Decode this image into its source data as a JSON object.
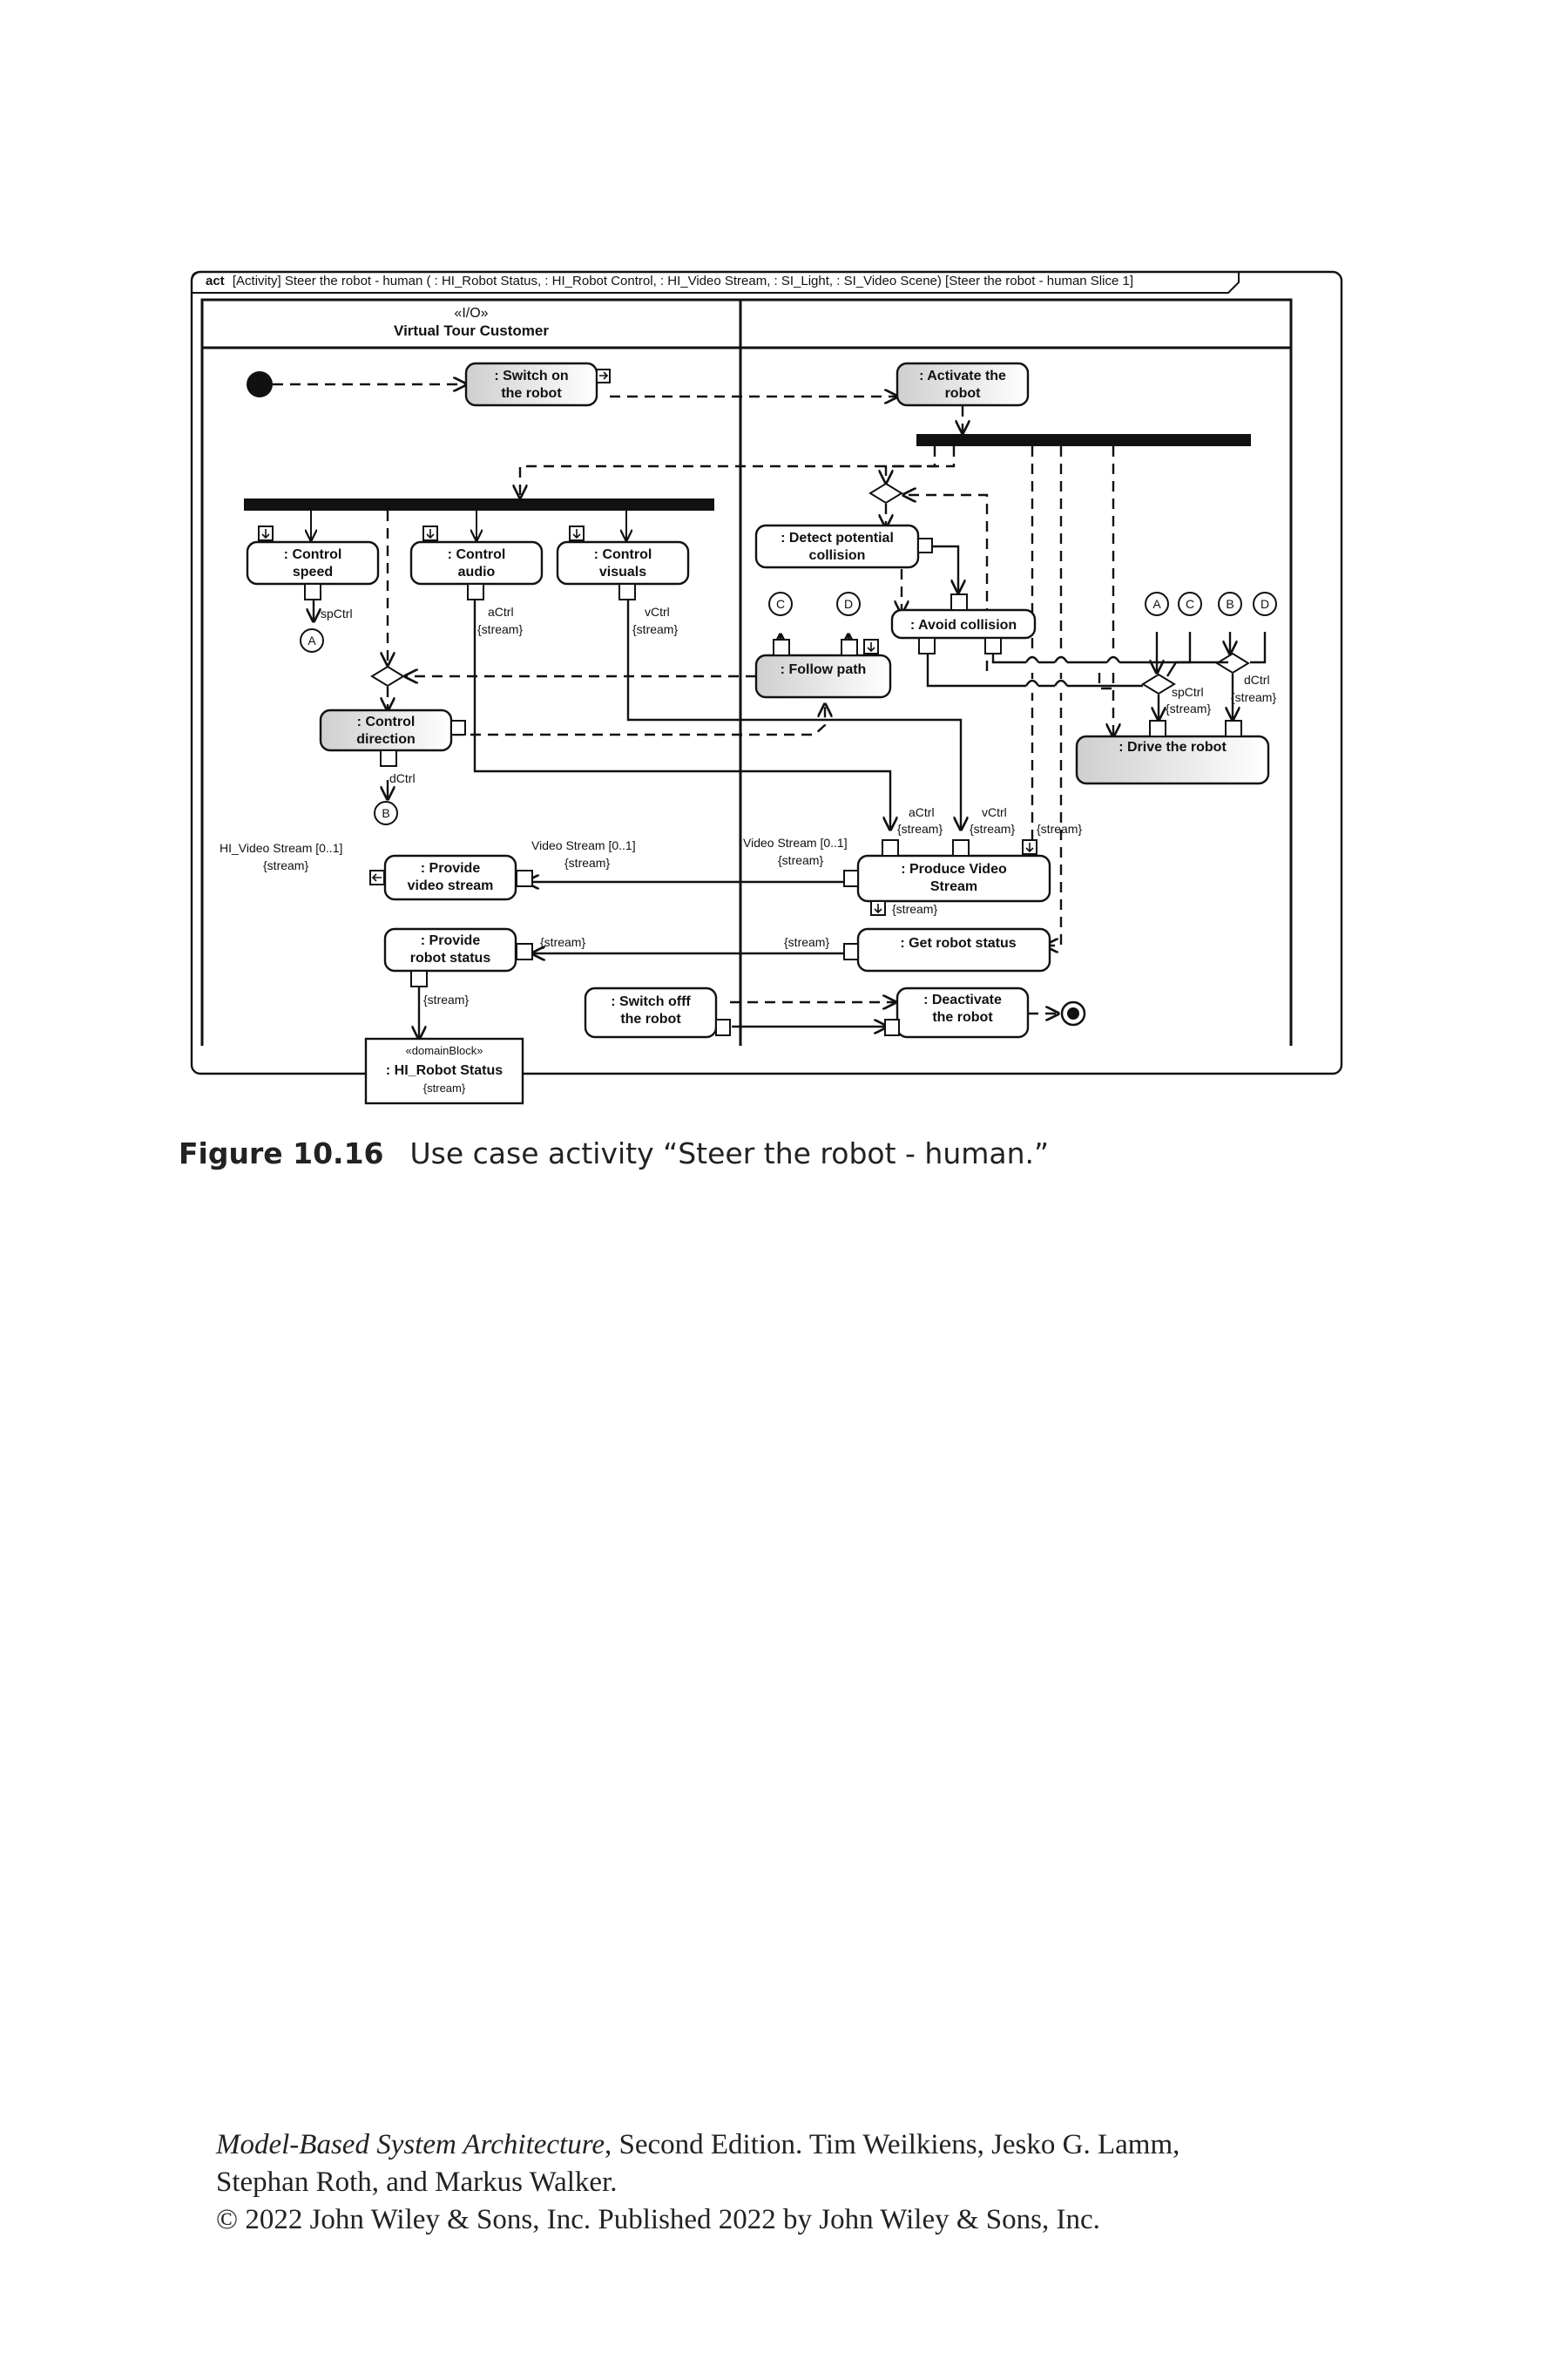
{
  "frame": {
    "label_kind": "act",
    "label": "[Activity] Steer the robot - human ( : HI_Robot Status, : HI_Robot Control, : HI_Video Stream, : SI_Light, : SI_Video Scene) [Steer the robot - human Slice 1]"
  },
  "partitions": [
    {
      "stereotype": "«I/O»",
      "name": "Virtual Tour Customer"
    },
    {
      "stereotype": "",
      "name": ""
    }
  ],
  "actions": {
    "switch_on": ": Switch on|the robot",
    "activate": ": Activate the|robot",
    "control_speed": ": Control|speed",
    "control_audio": ": Control|audio",
    "control_visuals": ": Control|visuals",
    "detect_collision": ": Detect potential|collision",
    "avoid_collision": ": Avoid collision",
    "follow_path": ": Follow path",
    "control_direction": ": Control|direction",
    "drive_robot": ": Drive the robot",
    "provide_video": ": Provide|video stream",
    "produce_video": ": Produce Video|Stream",
    "provide_status": ": Provide|robot status",
    "get_status": ": Get robot status",
    "switch_off": ": Switch offf|the robot",
    "deactivate": ": Deactivate|the robot"
  },
  "connectors": [
    "A",
    "B",
    "C",
    "D"
  ],
  "labels": {
    "spCtrl": "spCtrl",
    "aCtrl": "aCtrl",
    "vCtrl": "vCtrl",
    "dCtrl": "dCtrl",
    "stream": "{stream}",
    "hi_video_stream": "HI_Video Stream [0..1]",
    "video_stream": "Video Stream [0..1]"
  },
  "data_block": {
    "stereotype": "«domainBlock»",
    "name": ": HI_Robot Status",
    "constraint": "{stream}"
  },
  "caption": {
    "number": "Figure 10.16",
    "text": "Use case activity “Steer the robot - human.”"
  },
  "footer": {
    "book_title": "Model-Based System Architecture",
    "line1_rest": ", Second Edition. Tim Weilkiens, Jesko G. Lamm,",
    "line2": "Stephan Roth, and Markus Walker.",
    "line3": "© 2022 John Wiley & Sons, Inc. Published 2022 by John Wiley & Sons, Inc."
  }
}
